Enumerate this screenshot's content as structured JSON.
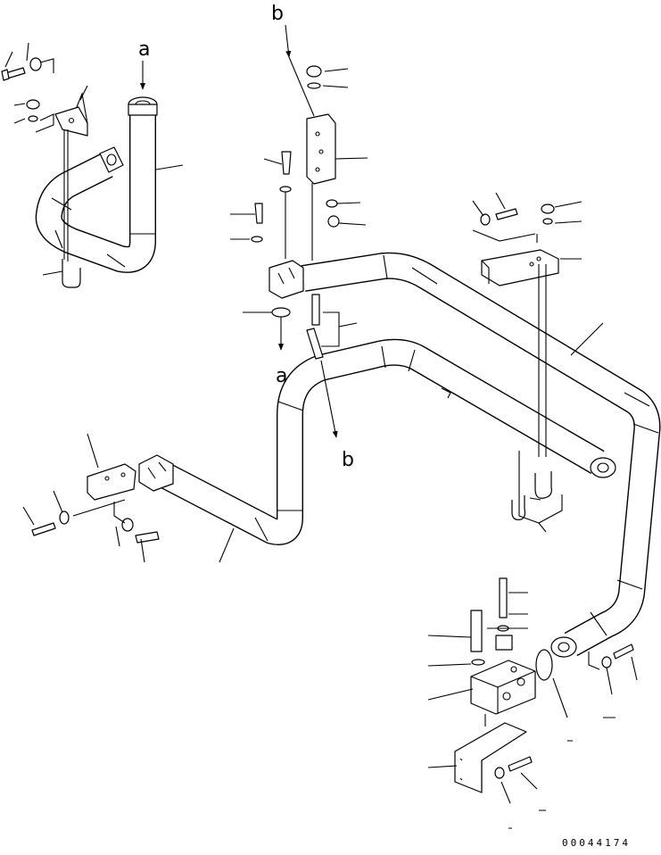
{
  "view_labels": {
    "a_top": "a",
    "a_mid": "a",
    "b_top": "b",
    "b_mid": "b"
  },
  "drawing_code": "00044174",
  "line_color": "#000000",
  "background": "#ffffff"
}
